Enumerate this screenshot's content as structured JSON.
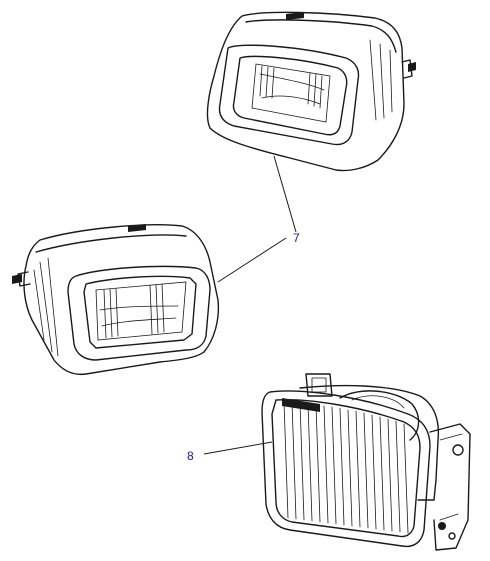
{
  "diagram": {
    "callouts": [
      {
        "id": "7",
        "label": "7"
      },
      {
        "id": "8",
        "label": "8"
      }
    ],
    "ink_color": "#1a1a1a",
    "callout_color": "#1a1aa0"
  }
}
